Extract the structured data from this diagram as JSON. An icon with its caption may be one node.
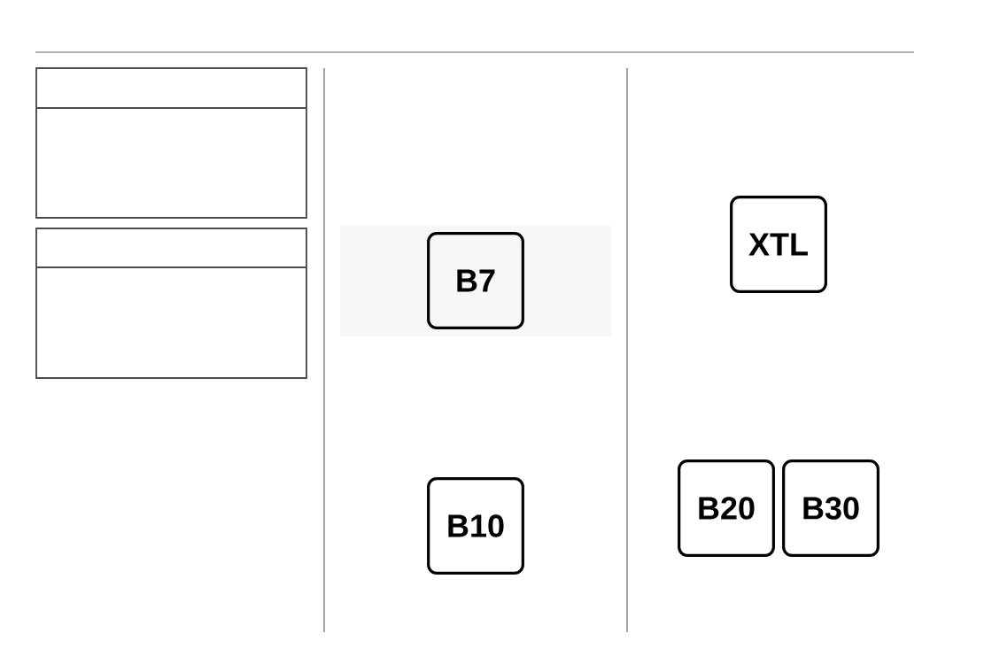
{
  "diagram": {
    "nodes": [
      {
        "text": [
          "B7"
        ]
      },
      {
        "text": [
          "B10"
        ]
      },
      {
        "text": [
          "XTL"
        ]
      },
      {
        "text": [
          "B20"
        ]
      },
      {
        "text": [
          "B30"
        ]
      }
    ]
  }
}
